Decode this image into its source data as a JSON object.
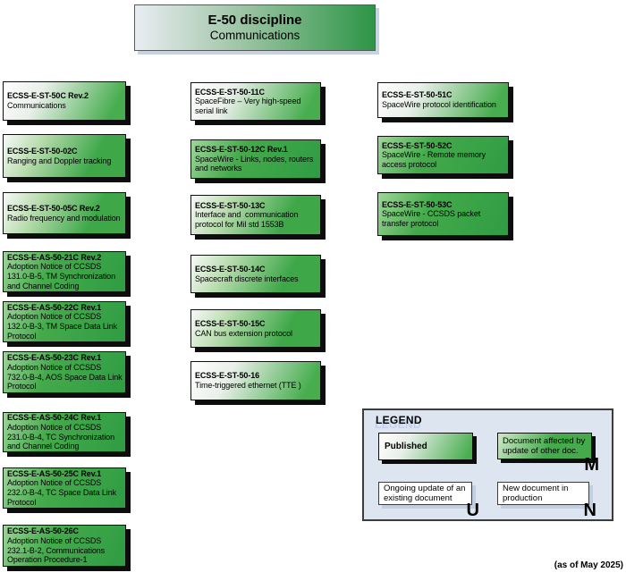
{
  "header": {
    "title": "E-50 discipline",
    "subtitle": "Communications"
  },
  "columns": [
    {
      "boxes": [
        {
          "title": "ECSS-E-ST-50C Rev.2",
          "desc": "Communications"
        },
        {
          "title": "ECSS-E-ST-50-02C",
          "desc": "Ranging and Doppler tracking"
        },
        {
          "title": "ECSS-E-ST-50-05C Rev.2",
          "desc": "Radio frequency and modulation"
        },
        {
          "title": "ECSS-E-AS-50-21C Rev.2",
          "desc": "Adoption Notice of CCSDS\n131.0-B-5, TM Synchronization\nand Channel Coding"
        },
        {
          "title": "ECSS-E-AS-50-22C Rev.1",
          "desc": "Adoption Notice of CCSDS\n132.0-B-3, TM Space Data Link\nProtocol"
        },
        {
          "title": "ECSS-E-AS-50-23C Rev.1",
          "desc": "Adoption Notice of CCSDS\n732.0-B-4, AOS Space Data Link\nProtocol"
        },
        {
          "title": "ECSS-E-AS-50-24C Rev.1",
          "desc": "Adoption Notice of CCSDS\n231.0-B-4, TC Synchronization\nand Channel Coding"
        },
        {
          "title": "ECSS-E-AS-50-25C Rev.1",
          "desc": "Adoption Notice of CCSDS\n232.0-B-4, TC Space Data Link\nProtocol"
        },
        {
          "title": "ECSS-E-AS-50-26C",
          "desc": "Adoption Notice of CCSDS\n232.1-B-2, Communications\nOperation Procedure-1"
        }
      ]
    },
    {
      "boxes": [
        {
          "title": "ECSS-E-ST-50-11C",
          "desc": "SpaceFibre – Very high-speed\nserial link"
        },
        {
          "title": "ECSS-E-ST-50-12C Rev.1",
          "desc": "SpaceWire - Links, nodes, routers\nand networks"
        },
        {
          "title": "ECSS-E-ST-50-13C",
          "desc": "Interface and  communication\nprotocol for Mil std 1553B"
        },
        {
          "title": "ECSS-E-ST-50-14C",
          "desc": "Spacecraft discrete interfaces"
        },
        {
          "title": "ECSS-E-ST-50-15C",
          "desc": "CAN bus extension protocol"
        },
        {
          "title": "ECSS-E-ST-50-16",
          "desc": "Time-triggered ethernet (TTE )"
        }
      ]
    },
    {
      "boxes": [
        {
          "title": "ECSS-E-ST-50-51C",
          "desc": "SpaceWire protocol identification"
        },
        {
          "title": "ECSS-E-ST-50-52C",
          "desc": "SpaceWire - Remote memory\naccess protocol"
        },
        {
          "title": "ECSS-E-ST-50-53C",
          "desc": "SpaceWire - CCSDS packet\ntransfer protocol"
        }
      ]
    }
  ],
  "legend": {
    "title": "LEGEND",
    "published": {
      "label": "Published"
    },
    "affected": {
      "label": "Document affected by\nupdate of other doc.",
      "marker": "M"
    },
    "ongoing": {
      "label": "Ongoing update of an\nexisting document",
      "marker": "U"
    },
    "new_doc": {
      "label": "New document in\nproduction",
      "marker": "N"
    }
  },
  "footnote": "(as of May 2025)",
  "colors": {
    "published_green": "#3FAE4A",
    "header_green_right": "#2D9546",
    "header_gray_left": "#E9EDF3",
    "box_shadow_black": "#0D0D0D",
    "legend_background": "#DDE5F1",
    "legend_shadow_blue": "#C2CFE2"
  }
}
